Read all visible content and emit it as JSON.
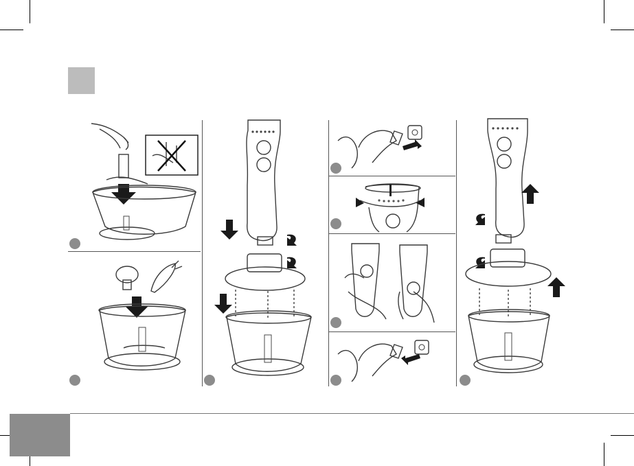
{
  "page": {
    "section_marker_color": "#bcbcbc",
    "footer_block_color": "#8c8c8c",
    "badge_color": "#8c8c8c"
  },
  "steps": [
    {
      "id": "attach-blade",
      "icon": "blade-insertion-icon"
    },
    {
      "id": "add-food",
      "icon": "food-icon"
    },
    {
      "id": "attach-motor",
      "icon": "motor-lock-icon"
    },
    {
      "id": "plug-in",
      "icon": "plug-in-icon"
    },
    {
      "id": "set-speed",
      "icon": "speed-dial-icon"
    },
    {
      "id": "press-button",
      "icon": "button-press-icon"
    },
    {
      "id": "unplug",
      "icon": "unplug-icon"
    },
    {
      "id": "detach-motor",
      "icon": "motor-unlock-icon"
    }
  ]
}
